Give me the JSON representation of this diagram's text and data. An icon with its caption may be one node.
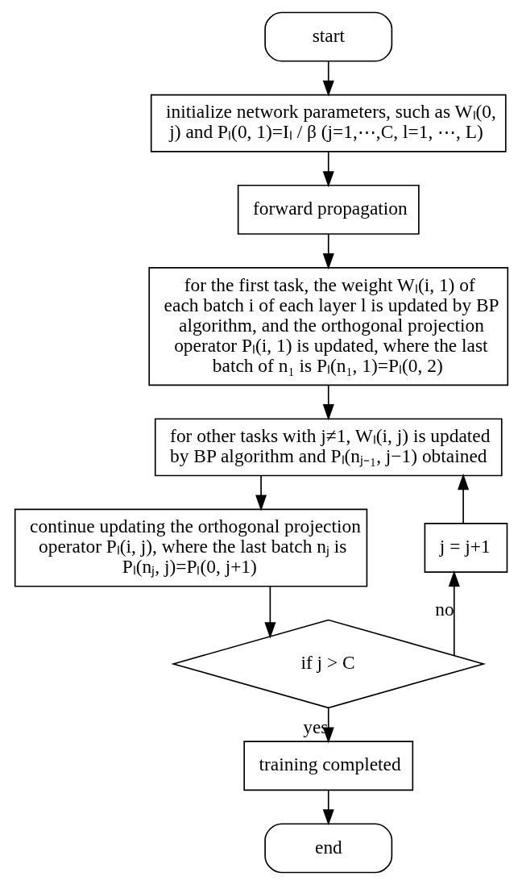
{
  "diagram": {
    "nodes": [
      {
        "text": [
          "start"
        ]
      },
      {
        "text": [
          "initialize network parameters, such as Wₗ(0, j) and Pₗ(0, 1)=Iₗ / β (j=1,⋯,C, l=1, ⋯, L)"
        ]
      },
      {
        "text": [
          "forward propagation"
        ]
      },
      {
        "text": [
          "for the first task, the weight Wₗ(i, 1) of each batch i of each layer l is updated by BP algorithm, and the orthogonal projection operator Pₗ(i, 1) is updated, where the last batch of n₁ is Pₗ(n₁, 1)=Pₗ(0, 2)"
        ]
      },
      {
        "text": [
          "for other tasks with j≠1, Wₗ(i, j) is updated by BP algorithm and Pₗ(nⱼ₋₁, j−1) obtained"
        ]
      },
      {
        "text": [
          "continue updating the orthogonal projection operator Pₗ(i, j), where the last batch nⱼ is Pₗ(nⱼ, j)=Pₗ(0, j+1)"
        ]
      },
      {
        "text": [
          "if j > C"
        ]
      },
      {
        "text": [
          "j = j+1"
        ]
      },
      {
        "text": [
          "training completed"
        ]
      },
      {
        "text": [
          "end"
        ]
      }
    ],
    "edges": [
      {
        "from": 0,
        "to": 1,
        "arrow": "to"
      },
      {
        "from": 1,
        "to": 2,
        "arrow": "to"
      },
      {
        "from": 2,
        "to": 3,
        "arrow": "to"
      },
      {
        "from": 3,
        "to": 4,
        "arrow": "to"
      },
      {
        "from": 4,
        "to": 5,
        "arrow": "to"
      },
      {
        "from": 5,
        "to": 6,
        "arrow": "to"
      },
      {
        "from": 6,
        "to": 7,
        "arrow": "to",
        "label": "no"
      },
      {
        "from": 7,
        "to": 4,
        "arrow": "to"
      },
      {
        "from": 6,
        "to": 8,
        "arrow": "to",
        "label": "yes"
      },
      {
        "from": 8,
        "to": 9,
        "arrow": "to"
      }
    ]
  }
}
